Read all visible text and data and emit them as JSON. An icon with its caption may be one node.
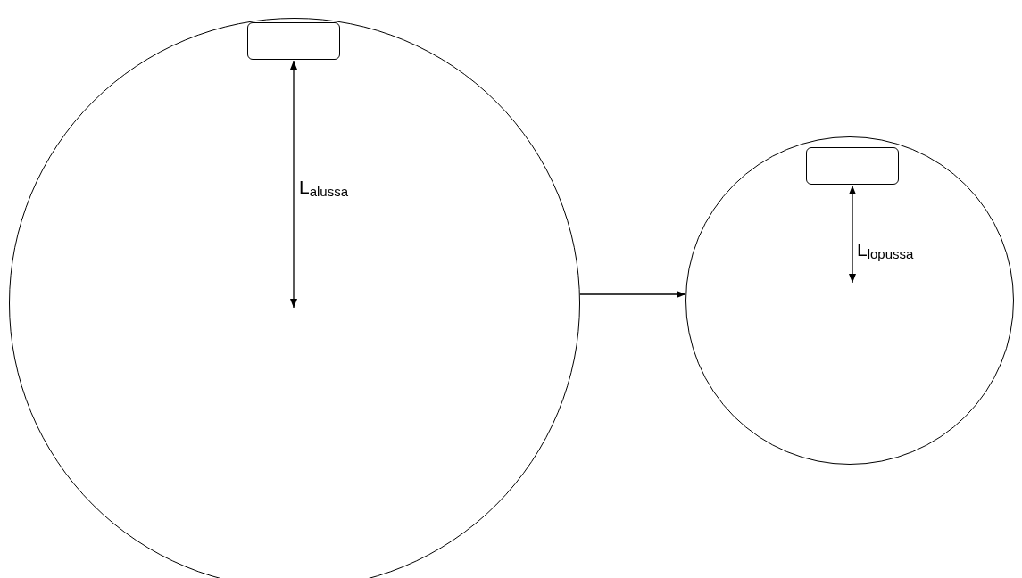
{
  "diagram": {
    "nodes": [
      {
        "text": [],
        "shape": "circle"
      },
      {
        "text": [],
        "shape": "box",
        "in": 0
      },
      {
        "text": [],
        "shape": "circle"
      },
      {
        "text": [],
        "shape": "box",
        "in": 2
      }
    ],
    "edges": [
      {
        "from": 0,
        "to": 2,
        "arrow": "to"
      }
    ],
    "labels": [
      "L$_{alussa}$",
      "L$_{lopussa}$"
    ]
  }
}
